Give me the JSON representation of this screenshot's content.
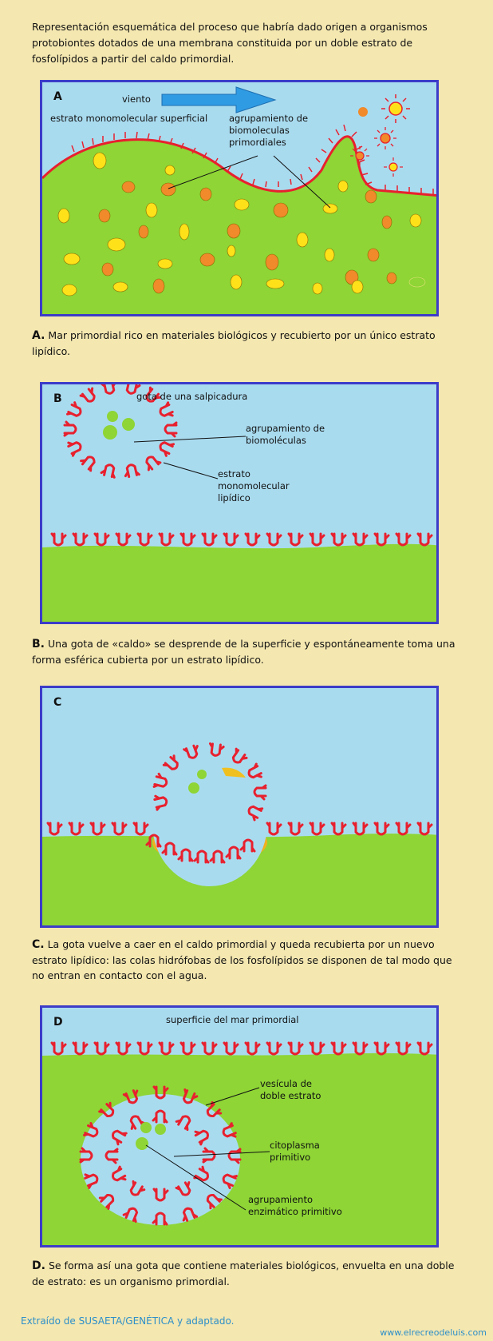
{
  "intro": "Representación esquemática del proceso que habría dado origen a organismos protobiontes dotados de una membrana constituida por un doble estrato de fosfolípidos a partir del caldo primordial.",
  "panels": [
    {
      "letter": "A",
      "labels": {
        "wind": "viento",
        "surface_layer": "estrato monomolecular superficial",
        "grouping": "agrupamiento de biomoleculas primordiales"
      },
      "caption_letter": "A.",
      "caption": "Mar primordial rico en materiales biológicos y recubierto por un único estrato lipídico."
    },
    {
      "letter": "B",
      "labels": {
        "drop": "gota de una salpicadura",
        "grouping": "agrupamiento de biomoléculas",
        "layer": "estrato monomolecular lipídico"
      },
      "caption_letter": "B.",
      "caption": "Una gota de «caldo» se desprende de la superficie y espontáneamente toma una forma esférica cubierta por un estrato lipídico."
    },
    {
      "letter": "C",
      "caption_letter": "C.",
      "caption": "La gota vuelve a caer en el caldo primordial y queda recubierta por un nuevo estrato lipídico: las colas hidrófobas de los fosfolípidos se disponen de tal modo que no entran en contacto con el agua."
    },
    {
      "letter": "D",
      "labels": {
        "surface": "superficie del mar primordial",
        "vesicle": "vesícula de doble estrato",
        "cytoplasm": "citoplasma primitivo",
        "enzymatic": "agrupamiento enzimático primitivo"
      },
      "caption_letter": "D.",
      "caption": "Se forma así una gota que contiene materiales biológicos, envuelta en una doble de estrato: es un organismo primordial."
    }
  ],
  "source_note": "Extraído de SUSAETA/GENÉTICA y adaptado.",
  "website": "www.elrecreodeluis.com",
  "colors": {
    "sea": "#a9dbef",
    "soup": "#8ed535",
    "lipid": "#e8202e",
    "frame": "#3c3cc8",
    "background": "#f4e7b0",
    "wind_arrow": "#2f9be3"
  }
}
